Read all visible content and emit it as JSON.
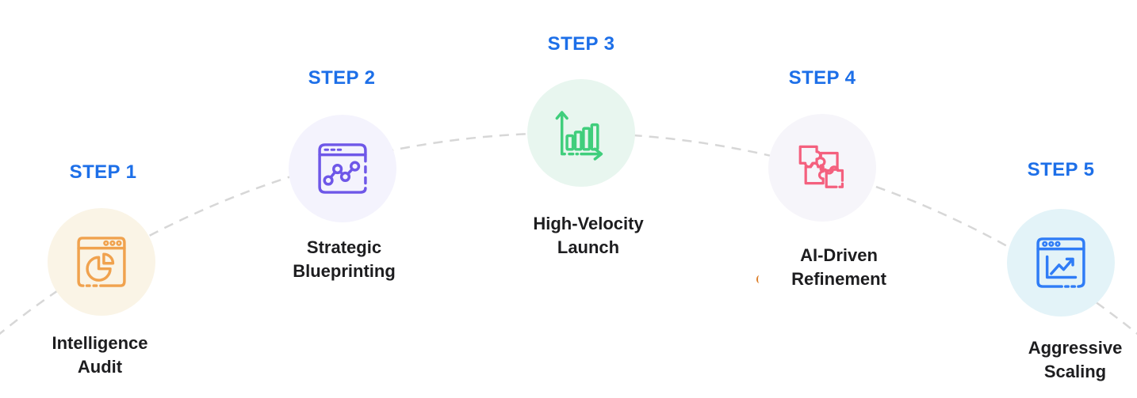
{
  "page": {
    "background": "#ffffff"
  },
  "connector": {
    "color": "#D7D7D7",
    "style": "dashed-arc"
  },
  "colors": {
    "step_heading": "#1D6FE8",
    "title_text": "#1D1D1F",
    "stray_mark": "#DD7F2B"
  },
  "steps": [
    {
      "step_label": "STEP 1",
      "title": "Intelligence Audit",
      "title_lines": [
        "Intelligence",
        "Audit"
      ],
      "icon": "browser-pie-chart-icon",
      "accent": "#F0A24E",
      "circle_bg": "#FAF4E6"
    },
    {
      "step_label": "STEP 2",
      "title": "Strategic Blueprinting",
      "title_lines": [
        "Strategic",
        "Blueprinting"
      ],
      "icon": "browser-node-graph-icon",
      "accent": "#6E57E8",
      "circle_bg": "#F4F3FD"
    },
    {
      "step_label": "STEP 3",
      "title": "High-Velocity Launch",
      "title_lines": [
        "High-Velocity",
        "Launch"
      ],
      "icon": "growth-bar-chart-icon",
      "accent": "#40CE7C",
      "circle_bg": "#E8F6EF"
    },
    {
      "step_label": "STEP 4",
      "title": "AI-Driven Refinement",
      "title_lines": [
        "AI-Driven",
        "Refinement"
      ],
      "icon": "puzzle-pieces-icon",
      "accent": "#F4607E",
      "circle_bg": "#F6F5FA"
    },
    {
      "step_label": "STEP 5",
      "title": "Aggressive Scaling",
      "title_lines": [
        "Aggressive",
        "Scaling"
      ],
      "icon": "browser-line-chart-icon",
      "accent": "#2F7CF6",
      "circle_bg": "#E3F3F8"
    }
  ]
}
